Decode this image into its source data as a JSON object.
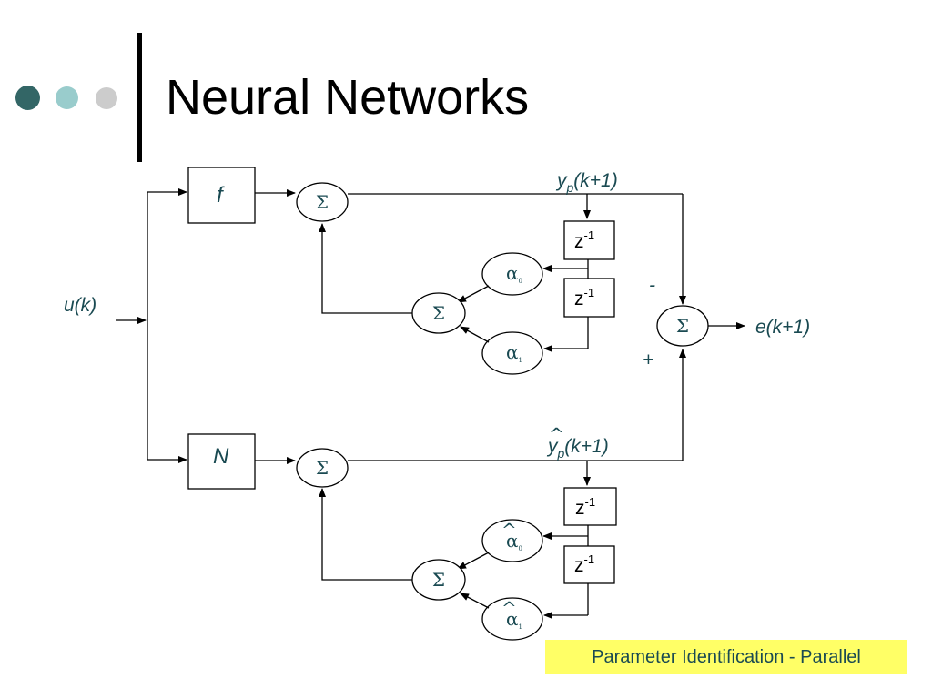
{
  "slide": {
    "title": "Neural Networks",
    "caption": "Parameter Identification - Parallel",
    "colors": {
      "dot1": "#336666",
      "dot2": "#99cccc",
      "dot3": "#cccccc",
      "caption_bg": "#ffff66",
      "text": "#1a4a52"
    }
  },
  "diagram": {
    "input_label": "u(k)",
    "block_f": "f",
    "block_n": "N",
    "sum_symbol": "Σ",
    "delay": {
      "base": "z",
      "exp": "-1"
    },
    "alpha": {
      "base": "α",
      "sub0": "0",
      "sub1": "1",
      "hat": "^"
    },
    "plant_output": {
      "y": "y",
      "sub": "p",
      "arg": "(k+1)"
    },
    "model_output": {
      "y": "y",
      "sub": "p",
      "arg": "(k+1)",
      "hat": "^"
    },
    "minus_sign": "-",
    "plus_sign": "+",
    "error_label": "e(k+1)"
  }
}
